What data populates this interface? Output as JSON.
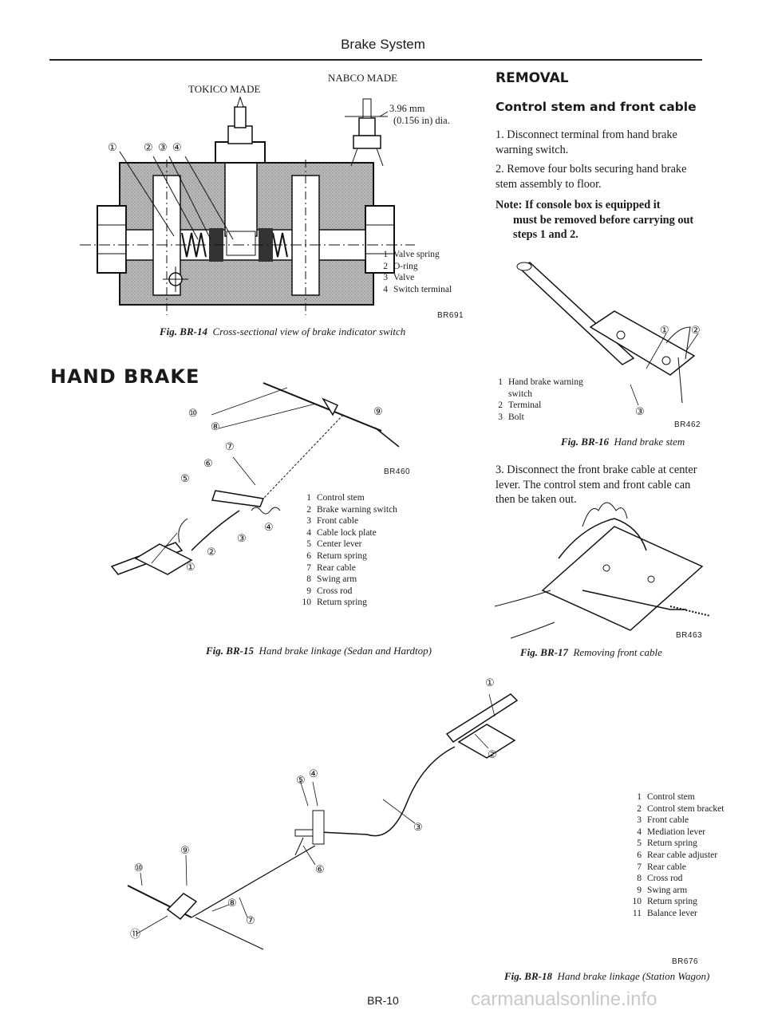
{
  "header": {
    "title": "Brake System"
  },
  "fig14": {
    "label_tokico": "TOKICO MADE",
    "label_nabco": "NABCO MADE",
    "dim_line1": "3.96 mm",
    "dim_line2": "(0.156 in) dia.",
    "callouts": [
      "①",
      "②",
      "③",
      "④"
    ],
    "legend": [
      {
        "n": "1",
        "t": "Valve spring"
      },
      {
        "n": "2",
        "t": "O-ring"
      },
      {
        "n": "3",
        "t": "Valve"
      },
      {
        "n": "4",
        "t": "Switch terminal"
      }
    ],
    "code": "BR691",
    "caption_label": "Fig. BR-14",
    "caption_text": "Cross-sectional view of brake indicator switch"
  },
  "hand_brake": {
    "heading": "HAND BRAKE"
  },
  "fig15": {
    "code": "BR460",
    "callouts": [
      "①",
      "②",
      "③",
      "④",
      "⑤",
      "⑥",
      "⑦",
      "⑧",
      "⑨",
      "⑩"
    ],
    "legend": [
      {
        "n": "1",
        "t": "Control stem"
      },
      {
        "n": "2",
        "t": "Brake warning switch"
      },
      {
        "n": "3",
        "t": "Front cable"
      },
      {
        "n": "4",
        "t": "Cable lock plate"
      },
      {
        "n": "5",
        "t": "Center lever"
      },
      {
        "n": "6",
        "t": "Return spring"
      },
      {
        "n": "7",
        "t": "Rear cable"
      },
      {
        "n": "8",
        "t": "Swing arm"
      },
      {
        "n": "9",
        "t": "Cross rod"
      },
      {
        "n": "10",
        "t": "Return spring"
      }
    ],
    "caption_label": "Fig. BR-15",
    "caption_text": "Hand brake linkage (Sedan and Hardtop)"
  },
  "removal": {
    "heading": "REMOVAL",
    "subheading": "Control stem and front cable",
    "steps": [
      "1.  Disconnect terminal from hand brake warning switch.",
      "2.  Remove four bolts securing hand brake stem assembly to floor."
    ],
    "note_first": "Note: If console box is equipped it",
    "note_rest": "must be removed before carrying out steps 1 and 2.",
    "step3": "3.  Disconnect the front brake cable at center lever. The control stem and front cable can then be taken out."
  },
  "fig16": {
    "callouts": [
      "①",
      "②",
      "③"
    ],
    "legend": [
      {
        "n": "1",
        "t": "Hand brake warning"
      },
      {
        "n": "",
        "t": "switch"
      },
      {
        "n": "2",
        "t": "Terminal"
      },
      {
        "n": "3",
        "t": "Bolt"
      }
    ],
    "code": "BR462",
    "caption_label": "Fig. BR-16",
    "caption_text": "Hand brake stem"
  },
  "fig17": {
    "code": "BR463",
    "caption_label": "Fig. BR-17",
    "caption_text": "Removing front cable"
  },
  "fig18": {
    "callouts": [
      "①",
      "②",
      "③",
      "④",
      "⑤",
      "⑥",
      "⑦",
      "⑧",
      "⑨",
      "⑩",
      "⑪"
    ],
    "legend": [
      {
        "n": "1",
        "t": "Control stem"
      },
      {
        "n": "2",
        "t": "Control stem bracket"
      },
      {
        "n": "3",
        "t": "Front cable"
      },
      {
        "n": "4",
        "t": "Mediation lever"
      },
      {
        "n": "5",
        "t": "Return spring"
      },
      {
        "n": "6",
        "t": "Rear cable adjuster"
      },
      {
        "n": "7",
        "t": "Rear cable"
      },
      {
        "n": "8",
        "t": "Cross rod"
      },
      {
        "n": "9",
        "t": "Swing arm"
      },
      {
        "n": "10",
        "t": "Return spring"
      },
      {
        "n": "11",
        "t": "Balance lever"
      }
    ],
    "code": "BR676",
    "caption_label": "Fig. BR-18",
    "caption_text": "Hand brake linkage (Station Wagon)"
  },
  "footer": {
    "page": "BR-10",
    "watermark": "carmanualsonline.info"
  }
}
